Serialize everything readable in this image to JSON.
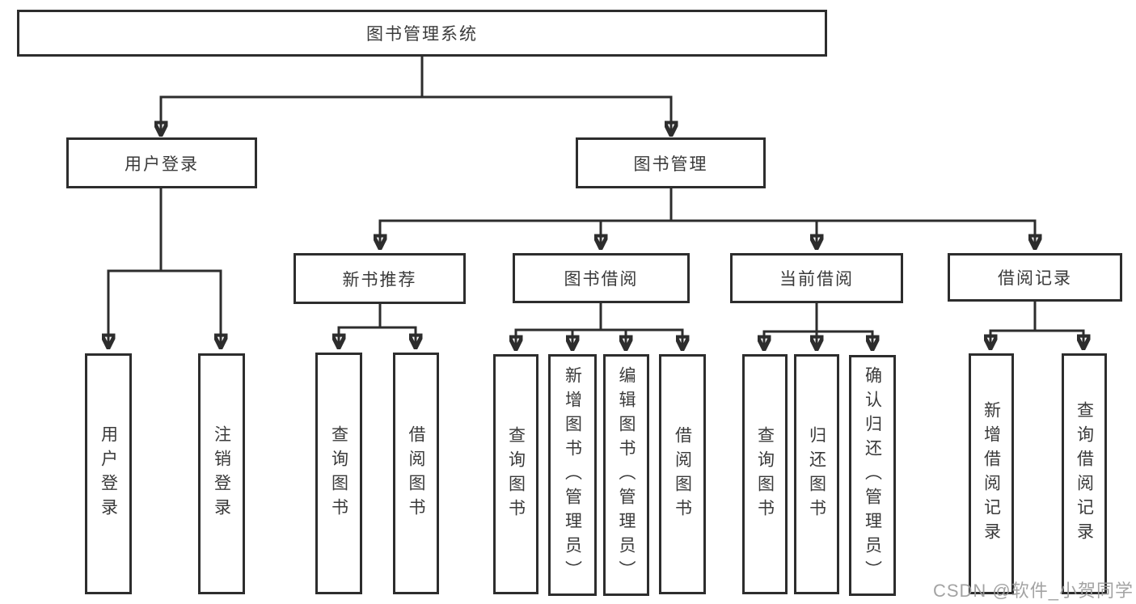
{
  "diagram": {
    "root": "图书管理系统",
    "level1": [
      {
        "id": "user-login",
        "label": "用户登录"
      },
      {
        "id": "book-management",
        "label": "图书管理"
      }
    ],
    "level2": [
      {
        "id": "new-book-recommend",
        "label": "新书推荐"
      },
      {
        "id": "book-borrow",
        "label": "图书借阅"
      },
      {
        "id": "current-borrow",
        "label": "当前借阅"
      },
      {
        "id": "borrow-records",
        "label": "借阅记录"
      }
    ],
    "leaves": [
      {
        "id": "user-login-leaf",
        "label": "用户登录"
      },
      {
        "id": "logout",
        "label": "注销登录"
      },
      {
        "id": "query-book-1",
        "label": "查询图书"
      },
      {
        "id": "borrow-book-1",
        "label": "借阅图书"
      },
      {
        "id": "query-book-2",
        "label": "查询图书"
      },
      {
        "id": "add-book-admin",
        "label": "新增图书（管理员）"
      },
      {
        "id": "edit-book-admin",
        "label": "编辑图书（管理员）"
      },
      {
        "id": "borrow-book-2",
        "label": "借阅图书"
      },
      {
        "id": "query-book-3",
        "label": "查询图书"
      },
      {
        "id": "return-book",
        "label": "归还图书"
      },
      {
        "id": "confirm-return-admin",
        "label": "确认归还（管理员）"
      },
      {
        "id": "add-borrow-record",
        "label": "新增借阅记录"
      },
      {
        "id": "query-borrow-record",
        "label": "查询借阅记录"
      }
    ]
  },
  "watermark": {
    "text": "CSDN @软件_小贺同学"
  },
  "colors": {
    "line": "#2d2d2d",
    "text": "#3a3a3a",
    "background": "#ffffff",
    "watermark": "#9b9b9b"
  }
}
